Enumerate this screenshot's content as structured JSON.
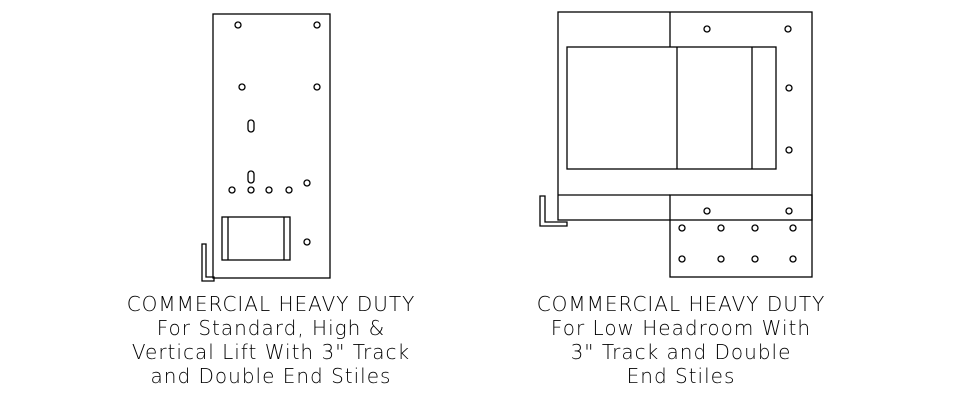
{
  "captions": {
    "left": [
      "COMMERCIAL HEAVY DUTY",
      "For Standard, High &",
      "Vertical Lift With 3\" Track",
      "and Double End Stiles"
    ],
    "right": [
      "COMMERCIAL HEAVY DUTY",
      "For Low Headroom With",
      "3\" Track and Double",
      "End Stiles"
    ]
  },
  "colors": {
    "line": "#000000",
    "background": "#ffffff"
  }
}
